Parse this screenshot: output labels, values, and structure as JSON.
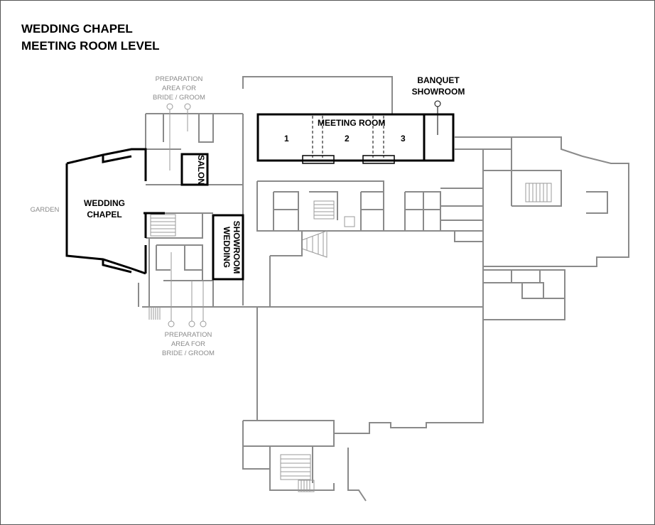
{
  "title": {
    "line1": "WEDDING CHAPEL",
    "line2": "MEETING ROOM LEVEL"
  },
  "labels": {
    "meeting_room": "MEETING ROOM",
    "room_1": "1",
    "room_2": "2",
    "room_3": "3",
    "banquet_line1": "BANQUET",
    "banquet_line2": "SHOWROOM",
    "salon": "SALON",
    "wedding_chapel_line1": "WEDDING",
    "wedding_chapel_line2": "CHAPEL",
    "wedding_showroom_line1": "WEDDING",
    "wedding_showroom_line2": "SHOWROOM",
    "garden": "GARDEN",
    "prep_top": [
      "PREPARATION",
      "AREA FOR",
      "BRIDE / GROOM"
    ],
    "prep_bottom": [
      "PREPARATION",
      "AREA FOR",
      "BRIDE / GROOM"
    ]
  },
  "colors": {
    "highlight": "#000000",
    "wall": "#8a8a8a"
  }
}
